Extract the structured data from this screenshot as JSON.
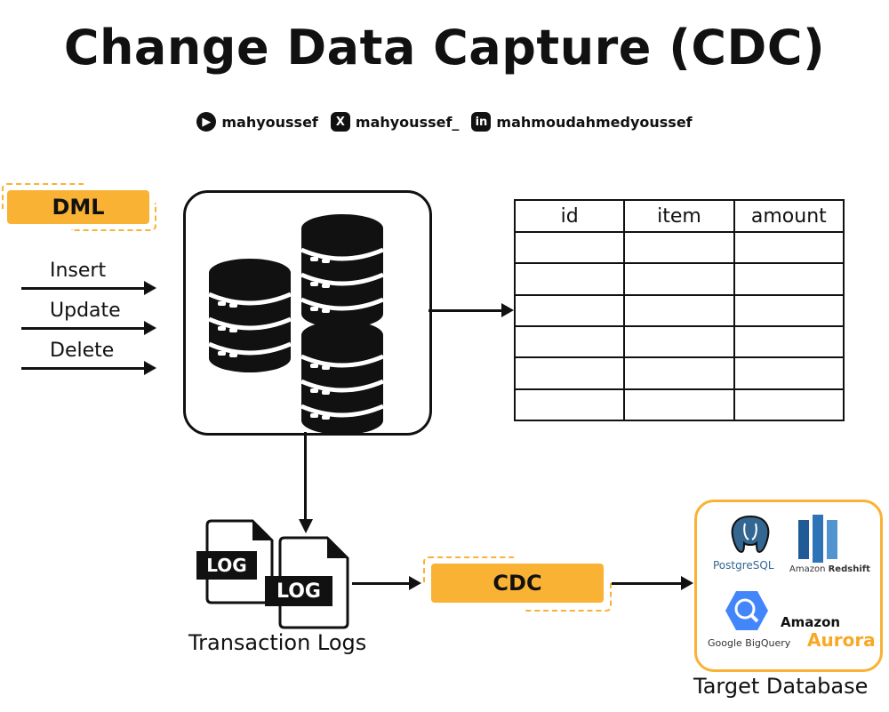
{
  "title": {
    "main": "Change Data Capture (CDC)"
  },
  "socials": [
    {
      "icon": "youtube-icon",
      "glyph": "▶",
      "handle": "mahyoussef"
    },
    {
      "icon": "x-icon",
      "glyph": "X",
      "handle": "mahyoussef_"
    },
    {
      "icon": "linkedin-icon",
      "glyph": "in",
      "handle": "mahmoudahmedyoussef"
    }
  ],
  "dml": {
    "label": "DML",
    "operations": [
      "Insert",
      "Update",
      "Delete"
    ]
  },
  "table": {
    "headers": [
      "id",
      "item",
      "amount"
    ],
    "empty_rows": 6
  },
  "logs": {
    "badge": "LOG",
    "caption": "Transaction Logs"
  },
  "cdc": {
    "label": "CDC"
  },
  "target": {
    "caption": "Target Database",
    "logos": {
      "postgres": "PostgreSQL",
      "redshift_prefix": "Amazon",
      "redshift_name": "Redshift",
      "bigquery": "Google BigQuery",
      "aurora_prefix": "Amazon",
      "aurora_name": "Aurora"
    }
  },
  "colors": {
    "accent": "#f9b233",
    "ink": "#111111",
    "postgres_blue": "#336791",
    "redshift_blue": "#205b98",
    "bigquery_blue": "#4386fa",
    "aurora_orange": "#f9a825"
  }
}
